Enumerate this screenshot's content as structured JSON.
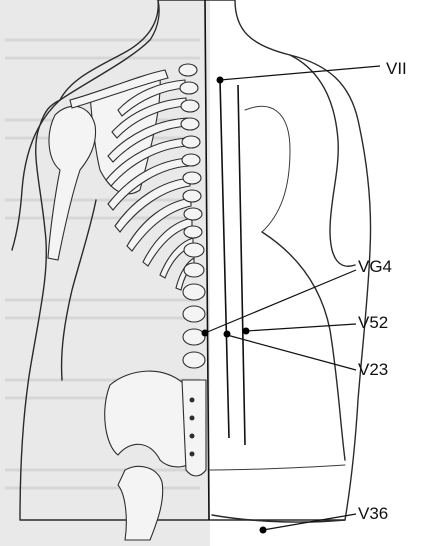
{
  "figure": {
    "points": [
      {
        "id": "VII",
        "label": "VII"
      },
      {
        "id": "VG4",
        "label": "VG4"
      },
      {
        "id": "V52",
        "label": "V52"
      },
      {
        "id": "V23",
        "label": "V23"
      },
      {
        "id": "V36",
        "label": "V36"
      }
    ],
    "colors": {
      "background_texture": "#e6e6e6",
      "line": "#111111",
      "body": "#ffffff"
    }
  }
}
